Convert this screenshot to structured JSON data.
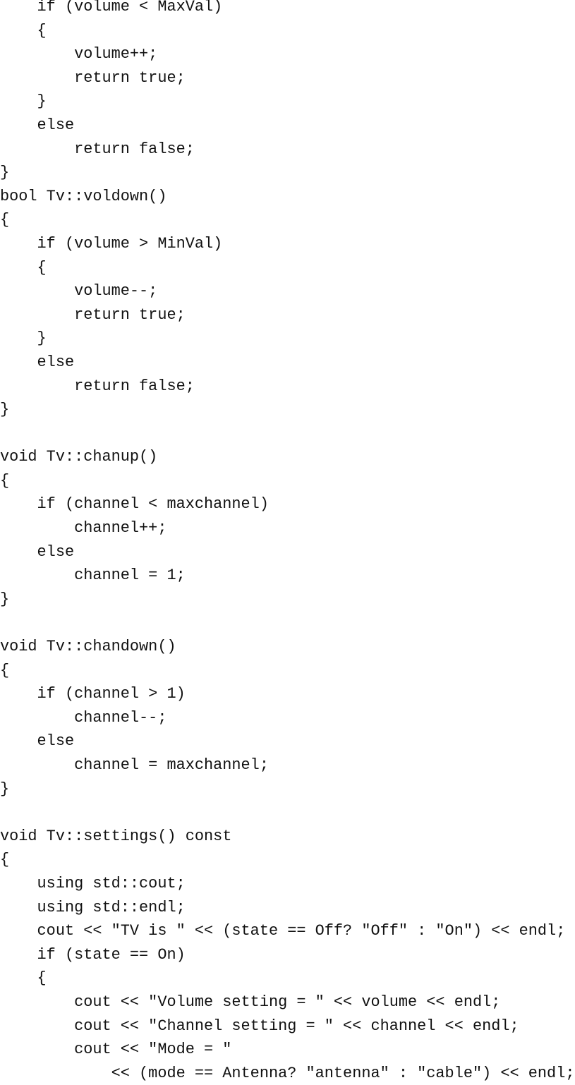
{
  "code": {
    "lines": [
      "    if (volume < MaxVal)",
      "    {",
      "        volume++;",
      "        return true;",
      "    }",
      "    else",
      "        return false;",
      "}",
      "bool Tv::voldown()",
      "{",
      "    if (volume > MinVal)",
      "    {",
      "        volume--;",
      "        return true;",
      "    }",
      "    else",
      "        return false;",
      "}",
      "",
      "void Tv::chanup()",
      "{",
      "    if (channel < maxchannel)",
      "        channel++;",
      "    else",
      "        channel = 1;",
      "}",
      "",
      "void Tv::chandown()",
      "{",
      "    if (channel > 1)",
      "        channel--;",
      "    else",
      "        channel = maxchannel;",
      "}",
      "",
      "void Tv::settings() const",
      "{",
      "    using std::cout;",
      "    using std::endl;",
      "    cout << \"TV is \" << (state == Off? \"Off\" : \"On\") << endl;",
      "    if (state == On)",
      "    {",
      "        cout << \"Volume setting = \" << volume << endl;",
      "        cout << \"Channel setting = \" << channel << endl;",
      "        cout << \"Mode = \"",
      "            << (mode == Antenna? \"antenna\" : \"cable\") << endl;"
    ]
  }
}
